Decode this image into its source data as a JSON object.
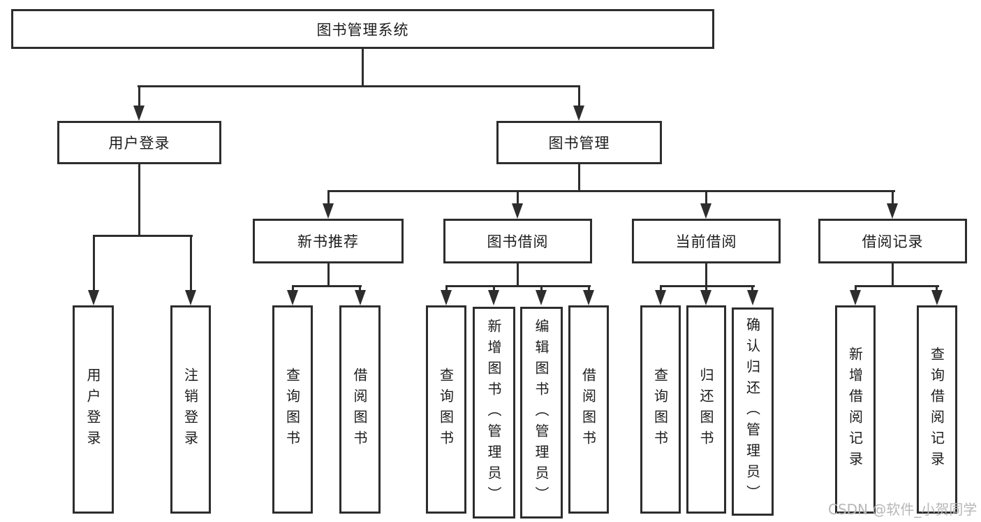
{
  "diagram": {
    "title": "图书管理系统",
    "level2": {
      "user_login": "用户登录",
      "book_mgmt": "图书管理"
    },
    "level3": {
      "new_book_rec": "新书推荐",
      "book_borrow": "图书借阅",
      "current_borrow": "当前借阅",
      "borrow_record": "借阅记录"
    },
    "leaves": {
      "user_login_leaf": "用户登录",
      "logout_leaf": "注销登录",
      "rec_query_book": "查询图书",
      "rec_borrow_book": "借阅图书",
      "bb_query_book": "查询图书",
      "bb_add_book": "新增图书（管理员）",
      "bb_edit_book": "编辑图书（管理员）",
      "bb_borrow_book": "借阅图书",
      "cb_query_book": "查询图书",
      "cb_return_book": "归还图书",
      "cb_confirm_return": "确认归还（管理员）",
      "br_add_record": "新增借阅记录",
      "br_query_record": "查询借阅记录"
    }
  },
  "watermark": "CSDN @软件_小贺同学",
  "colors": {
    "line": "#2d2d2d",
    "text": "#1c1c1c",
    "watermark": "#b7b7b7",
    "background": "#ffffff"
  }
}
